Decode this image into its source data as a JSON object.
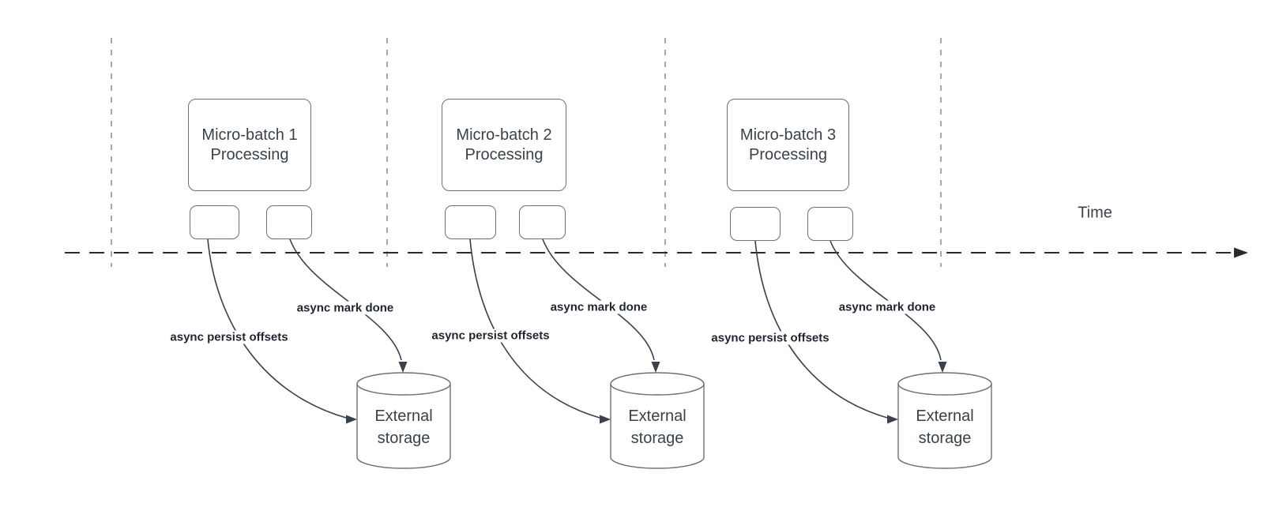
{
  "timeline": {
    "label": "Time"
  },
  "sections": [
    {
      "batch_line1": "Micro-batch 1",
      "batch_line2": "Processing",
      "persist_label": "async persist offsets",
      "done_label": "async mark done",
      "storage_line1": "External",
      "storage_line2": "storage"
    },
    {
      "batch_line1": "Micro-batch 2",
      "batch_line2": "Processing",
      "persist_label": "async persist offsets",
      "done_label": "async mark done",
      "storage_line1": "External",
      "storage_line2": "storage"
    },
    {
      "batch_line1": "Micro-batch 3",
      "batch_line2": "Processing",
      "persist_label": "async persist offsets",
      "done_label": "async mark done",
      "storage_line1": "External",
      "storage_line2": "storage"
    }
  ],
  "colors": {
    "box_stroke": "#6b7077",
    "curve_stroke": "#3a414b",
    "timeline_stroke": "#272c34",
    "lifeline_stroke": "#a8a8a8",
    "text": "#3b414b",
    "label_text": "#1f242e"
  }
}
